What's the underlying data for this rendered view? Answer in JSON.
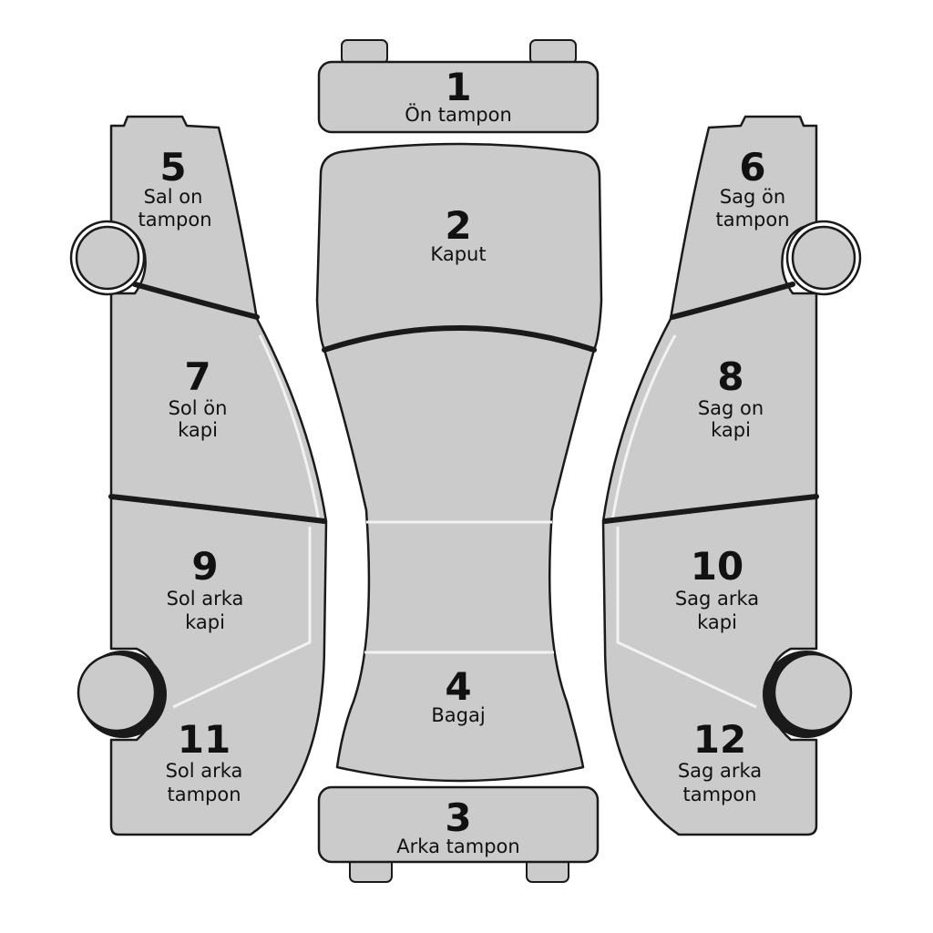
{
  "parts": {
    "p1": {
      "number": "1",
      "line1": "Ön tampon",
      "line2": ""
    },
    "p2": {
      "number": "2",
      "line1": "Kaput",
      "line2": ""
    },
    "p3": {
      "number": "3",
      "line1": "Arka tampon",
      "line2": ""
    },
    "p4": {
      "number": "4",
      "line1": "Bagaj",
      "line2": ""
    },
    "p5": {
      "number": "5",
      "line1": "Sal on",
      "line2": "tampon"
    },
    "p6": {
      "number": "6",
      "line1": "Sag ön",
      "line2": "tampon"
    },
    "p7": {
      "number": "7",
      "line1": "Sol ön",
      "line2": "kapi"
    },
    "p8": {
      "number": "8",
      "line1": "Sag on",
      "line2": "kapi"
    },
    "p9": {
      "number": "9",
      "line1": "Sol arka",
      "line2": "kapi"
    },
    "p10": {
      "number": "10",
      "line1": "Sag arka",
      "line2": "kapi"
    },
    "p11": {
      "number": "11",
      "line1": "Sol arka",
      "line2": "tampon"
    },
    "p12": {
      "number": "12",
      "line1": "Sag arka",
      "line2": "tampon"
    }
  },
  "colors": {
    "panel": "#cbcbcb",
    "outline": "#1a1a1a",
    "background": "#ffffff"
  }
}
